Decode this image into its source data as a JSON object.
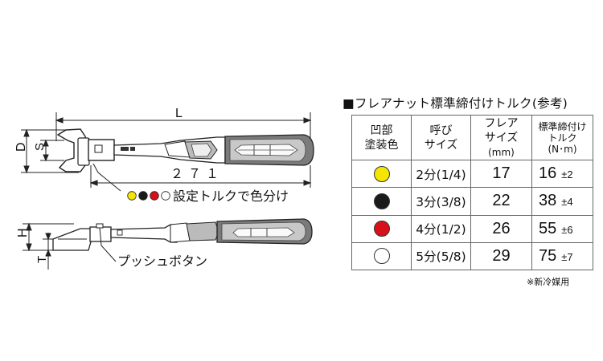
{
  "drawing": {
    "dim_L": "L",
    "dim_D": "D",
    "dim_S": "S",
    "dim_H": "H",
    "dim_T": "T",
    "length_value": "２７１",
    "color_label": "設定トルクで色分け",
    "push_button_label": "プッシュボタン",
    "color_dots": [
      "#f4e600",
      "#1a1a1a",
      "#d8101a",
      "#ffffff"
    ]
  },
  "table": {
    "title": "■フレアナット標準締付けトルク(参考)",
    "headers": {
      "col1": [
        "凹部",
        "塗装色"
      ],
      "col2": [
        "呼び",
        "サイズ"
      ],
      "col3": [
        "フレア",
        "サイズ",
        "(mm)"
      ],
      "col4": [
        "標準締付け",
        "トルク",
        "(N･m)"
      ]
    },
    "rows": [
      {
        "color": "#f4e600",
        "nominal": "2分(1/4)",
        "flare": "17",
        "torque": "16",
        "tolerance": "±2"
      },
      {
        "color": "#1a1a1a",
        "nominal": "3分(3/8)",
        "flare": "22",
        "torque": "38",
        "tolerance": "±4"
      },
      {
        "color": "#d8101a",
        "nominal": "4分(1/2)",
        "flare": "26",
        "torque": "55",
        "tolerance": "±6"
      },
      {
        "color": "#ffffff",
        "nominal": "5分(5/8)",
        "flare": "29",
        "torque": "75",
        "tolerance": "±7"
      }
    ],
    "note": "※新冷媒用"
  }
}
